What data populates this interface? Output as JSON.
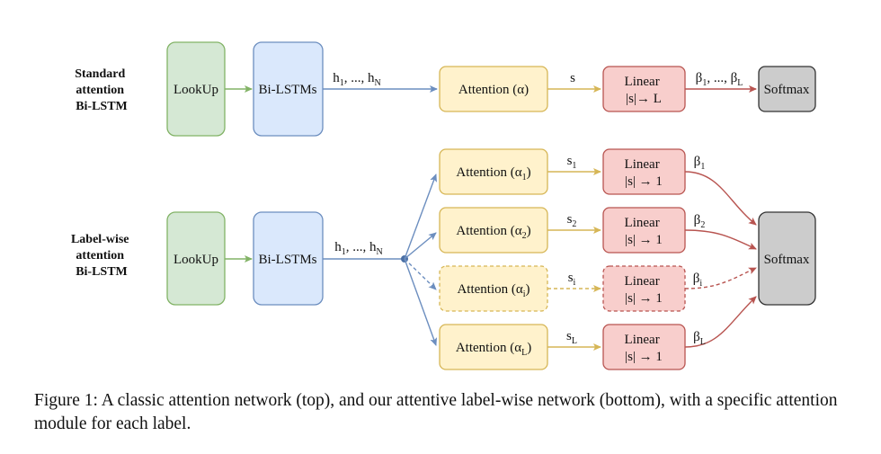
{
  "top": {
    "side_label": [
      "Standard",
      "attention",
      "Bi-LSTM"
    ],
    "lookup": "LookUp",
    "bilstm": "Bi-LSTMs",
    "h_label": "h1, ..., hN",
    "attention": "Attention (α)",
    "s_label": "s",
    "linear": [
      "Linear",
      "|s|→ L"
    ],
    "beta_label": "β1, ..., βL",
    "softmax": "Softmax"
  },
  "bottom": {
    "side_label": [
      "Label-wise",
      "attention",
      "Bi-LSTM"
    ],
    "lookup": "LookUp",
    "bilstm": "Bi-LSTMs",
    "h_label": "h1, ..., hN",
    "rows": [
      {
        "attention": "Attention (α1)",
        "s": "s1",
        "linear": [
          "Linear",
          "|s| → 1"
        ],
        "beta": "β1",
        "dashed": false
      },
      {
        "attention": "Attention (α2)",
        "s": "s2",
        "linear": [
          "Linear",
          "|s| → 1"
        ],
        "beta": "β2",
        "dashed": false
      },
      {
        "attention": "Attention (αi)",
        "s": "si",
        "linear": [
          "Linear",
          "|s| → 1"
        ],
        "beta": "βi",
        "dashed": true
      },
      {
        "attention": "Attention (αL)",
        "s": "sL",
        "linear": [
          "Linear",
          "|s| → 1"
        ],
        "beta": "βL",
        "dashed": false
      }
    ],
    "softmax": "Softmax"
  },
  "caption": "Figure 1:  A classic attention network (top), and our attentive label-wise network (bottom), with a specific attention module for each label.",
  "colors": {
    "green_fill": "#d5e8d4",
    "green_stroke": "#82b366",
    "blue_fill": "#dae8fc",
    "blue_stroke": "#6c8ebf",
    "yellow_fill": "#fff2cc",
    "yellow_stroke": "#d6b656",
    "red_fill": "#f8cecc",
    "red_stroke": "#b85450",
    "gray_fill": "#cccccc",
    "gray_stroke": "#333333"
  }
}
